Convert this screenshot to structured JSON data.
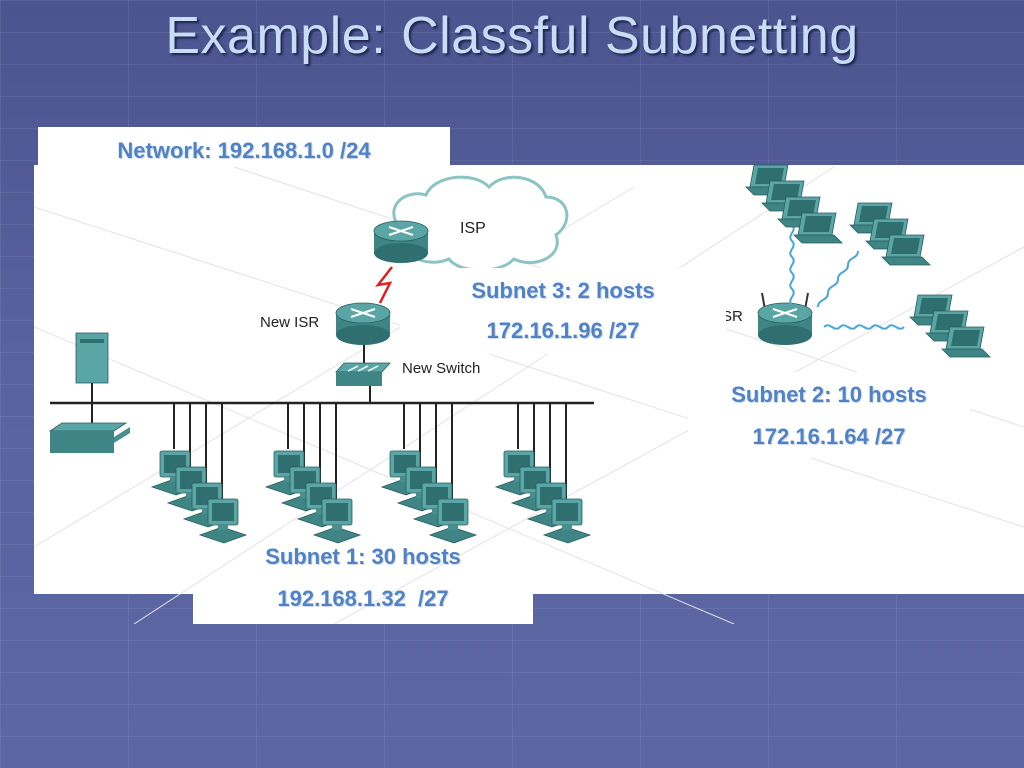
{
  "slide": {
    "title": "Example: Classful Subnetting"
  },
  "labels": {
    "network": "Network: 192.168.1.0 /24",
    "subnet3_hosts": "Subnet 3: 2 hosts",
    "subnet3_addr": "172.16.1.96 /27",
    "subnet2_hosts": "Subnet 2: 10 hosts",
    "subnet2_addr": "172.16.1.64 /27",
    "subnet1_hosts": "Subnet 1: 30 hosts",
    "subnet1_addr": "192.168.1.32  /27"
  },
  "devices": {
    "isp": "ISP",
    "new_isr": "New ISR",
    "new_switch": "New Switch",
    "isr_partial": "SR"
  },
  "colors": {
    "label_blue": "#4f82c6",
    "device_teal": "#4e9a9a",
    "background": "#535c97",
    "title": "#c8ddf3"
  }
}
